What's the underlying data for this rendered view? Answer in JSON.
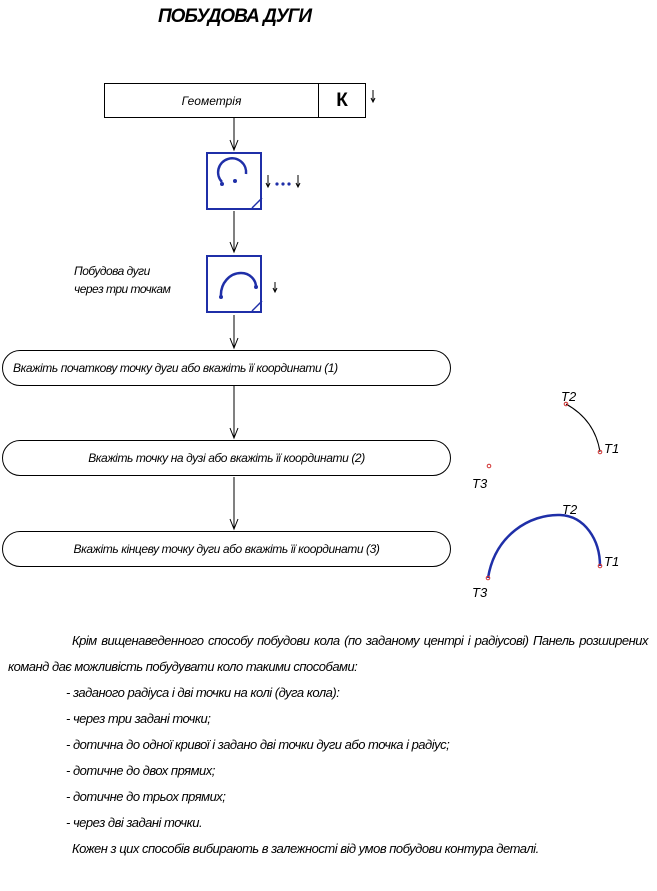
{
  "title": "ПОБУДОВА  ДУГИ",
  "menu": {
    "label": "Геометрія",
    "key": "К"
  },
  "tool_labels": {
    "more": "↓•••↓",
    "arrow": "↓"
  },
  "submenu_label": [
    "Побудова дуги",
    "через три точкам"
  ],
  "steps": [
    "Вкажіть початкову точку дуги або вкажіть її  координати (1)",
    "Вкажіть точку на дузі або вкажіть її  координати  (2)",
    "Вкажіть кінцеву точку дуги або вкажіть її  координати (3)"
  ],
  "points": {
    "t1": "T1",
    "t2": "T2",
    "t3": "T3"
  },
  "colors": {
    "icon_border": "#1f2fa8",
    "arc": "#1f2fa8",
    "point": "#d03030"
  },
  "text": {
    "intro": "Крім вищенаведенного способу побудови кола (по заданому центрі і радіусові)  Панель розширених команд дає можливість побудувати коло такими способами:",
    "methods": [
      "заданого радіуса і дві точки на колі (дуга кола):",
      "через три задані точки;",
      "дотична до одної  кривої  і задано дві точки дуги або точка і радіус;",
      "дотичне до двох прямих;",
      "дотичне до трьох прямих;",
      "через дві задані точки."
    ],
    "outro": "Кожен з цих способів вибирають в залежності від умов побудови контура деталі."
  }
}
